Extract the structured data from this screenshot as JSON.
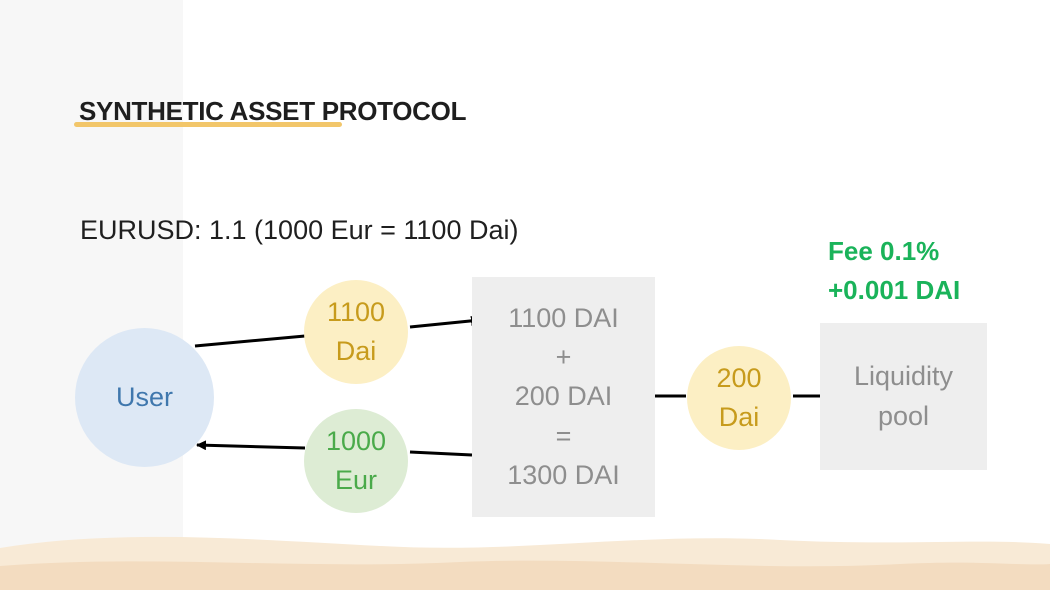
{
  "title": "SYNTHETIC ASSET PROTOCOL",
  "rate_text": "EURUSD: 1.1 (1000 Eur = 1100 Dai)",
  "fee": {
    "line1": "Fee 0.1%",
    "line2": "+0.001 DAI"
  },
  "nodes": {
    "user": "User",
    "payment_in": {
      "line1": "1100",
      "line2": "Dai"
    },
    "payment_out": {
      "line1": "1000",
      "line2": "Eur"
    },
    "pool_amount": {
      "line1": "200",
      "line2": "Dai"
    },
    "calculation": [
      "1100 DAI",
      "+",
      "200 DAI",
      "=",
      "1300 DAI"
    ],
    "liquidity_pool": {
      "line1": "Liquidity",
      "line2": "pool"
    }
  },
  "colors": {
    "accent_underline": "#f2c66a",
    "fee_green": "#1ab35a",
    "user_blue": "#3f77ad",
    "dai_yellow": "#c79b1c",
    "eur_green": "#4aaa4a",
    "box_text_gray": "#8e8e8e"
  }
}
